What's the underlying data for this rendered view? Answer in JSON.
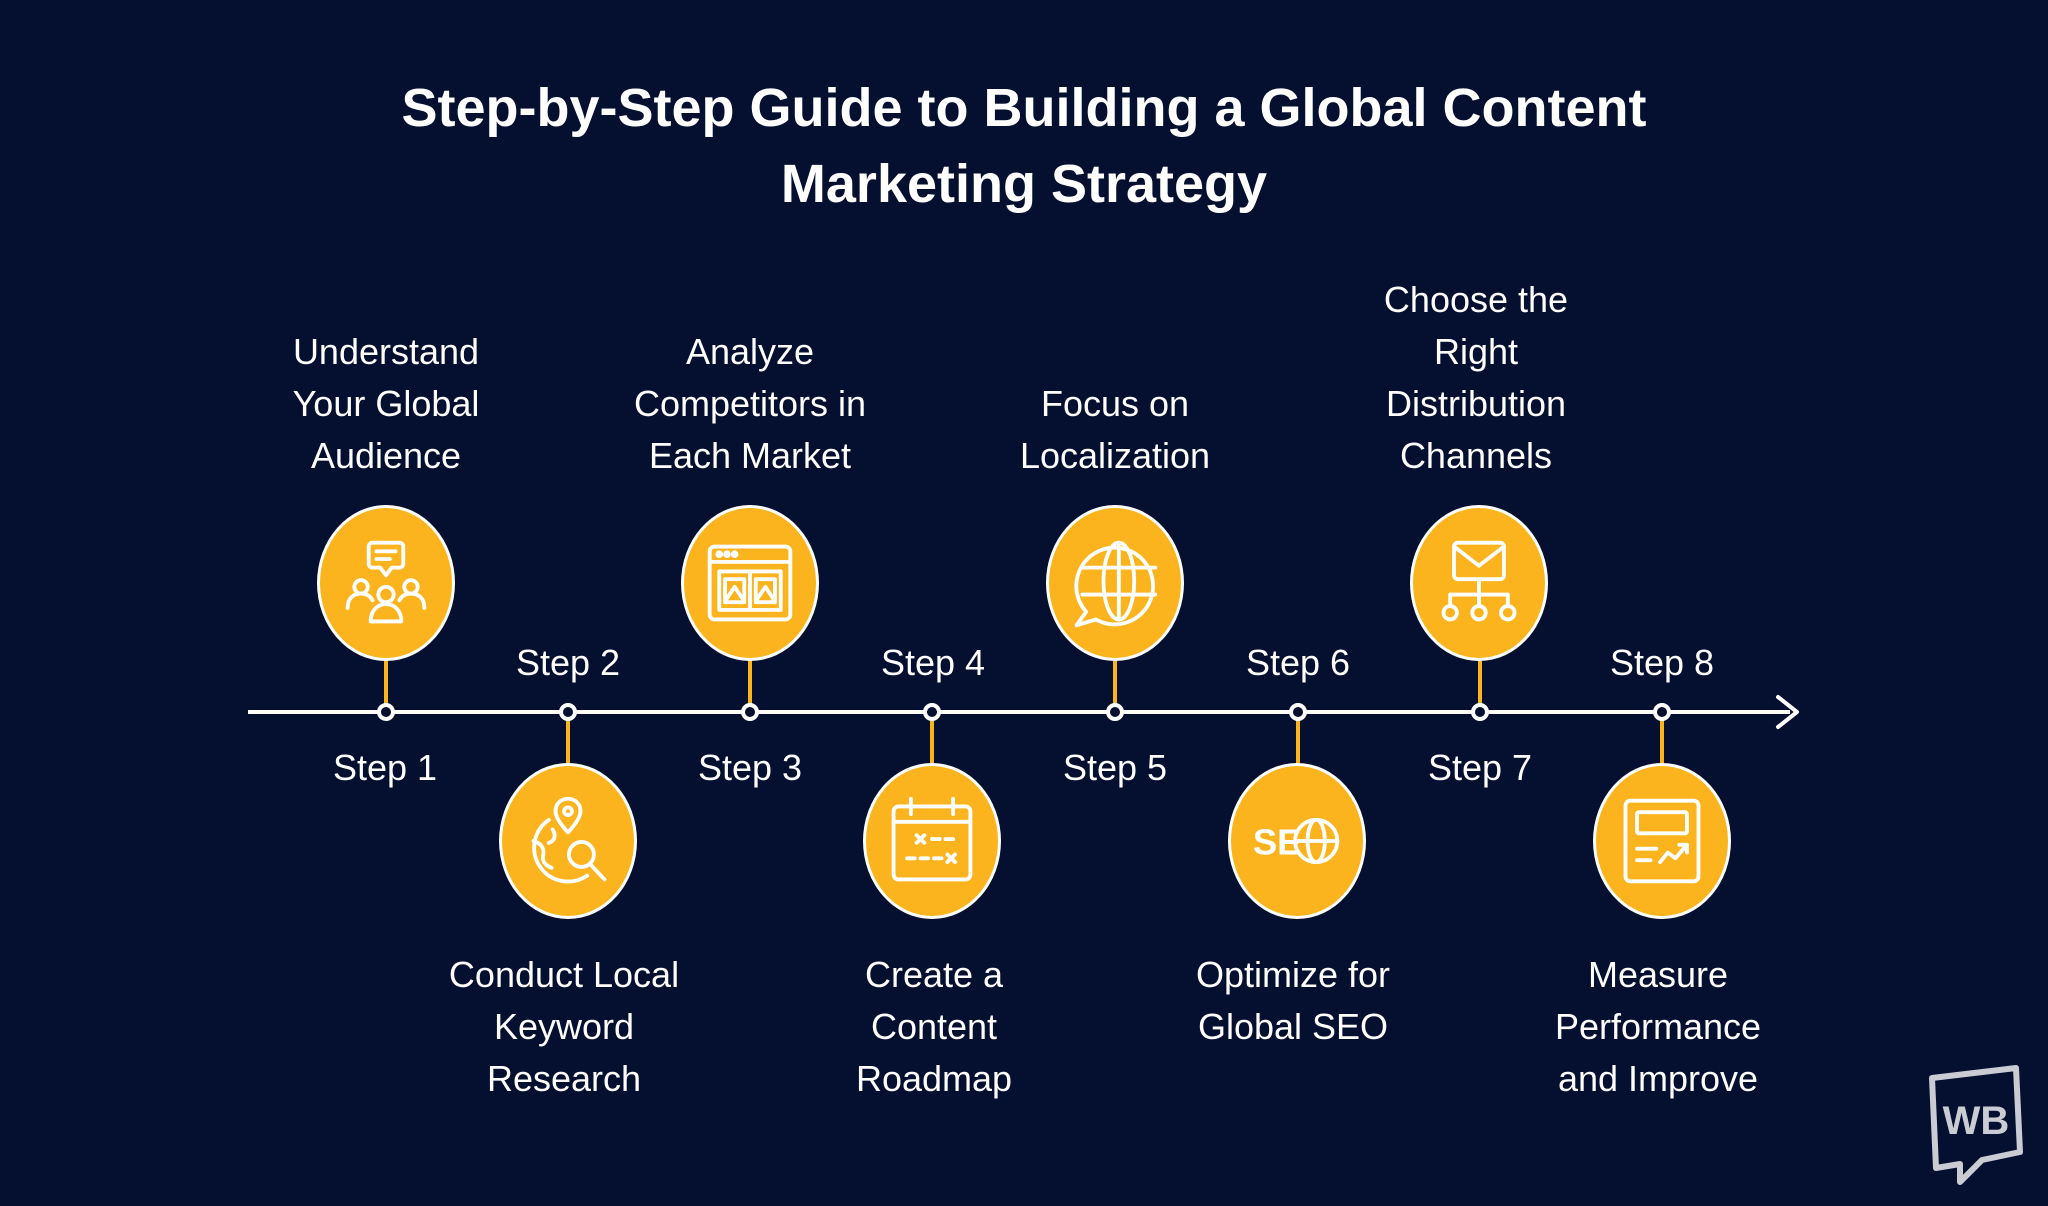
{
  "title": {
    "line1": "Step-by-Step Guide to Building a Global Content",
    "line2": "Marketing Strategy"
  },
  "colors": {
    "background": "#050f30",
    "accent": "#fbb41d",
    "text": "#ffffff"
  },
  "steps": [
    {
      "step": "Step 1",
      "lines": [
        "Understand",
        "Your Global",
        "Audience"
      ],
      "icon": "audience-chat-icon"
    },
    {
      "step": "Step 2",
      "lines": [
        "Conduct Local",
        "Keyword",
        "Research"
      ],
      "icon": "globe-search-icon"
    },
    {
      "step": "Step 3",
      "lines": [
        "Analyze",
        "Competitors in",
        "Each Market"
      ],
      "icon": "browser-window-icon"
    },
    {
      "step": "Step 4",
      "lines": [
        "Create a",
        "Content",
        "Roadmap"
      ],
      "icon": "calendar-icon"
    },
    {
      "step": "Step 5",
      "lines": [
        "Focus on",
        "Localization"
      ],
      "icon": "globe-speech-icon"
    },
    {
      "step": "Step 6",
      "lines": [
        "Optimize for",
        "Global SEO"
      ],
      "icon": "seo-globe-icon",
      "icon_text": "SE"
    },
    {
      "step": "Step 7",
      "lines": [
        "Choose the",
        "Right",
        "Distribution",
        "Channels"
      ],
      "icon": "email-network-icon"
    },
    {
      "step": "Step 8",
      "lines": [
        "Measure",
        "Performance",
        "and Improve"
      ],
      "icon": "analytics-chart-icon"
    }
  ],
  "logo": {
    "text": "WB",
    "icon": "wb-logo-icon"
  }
}
